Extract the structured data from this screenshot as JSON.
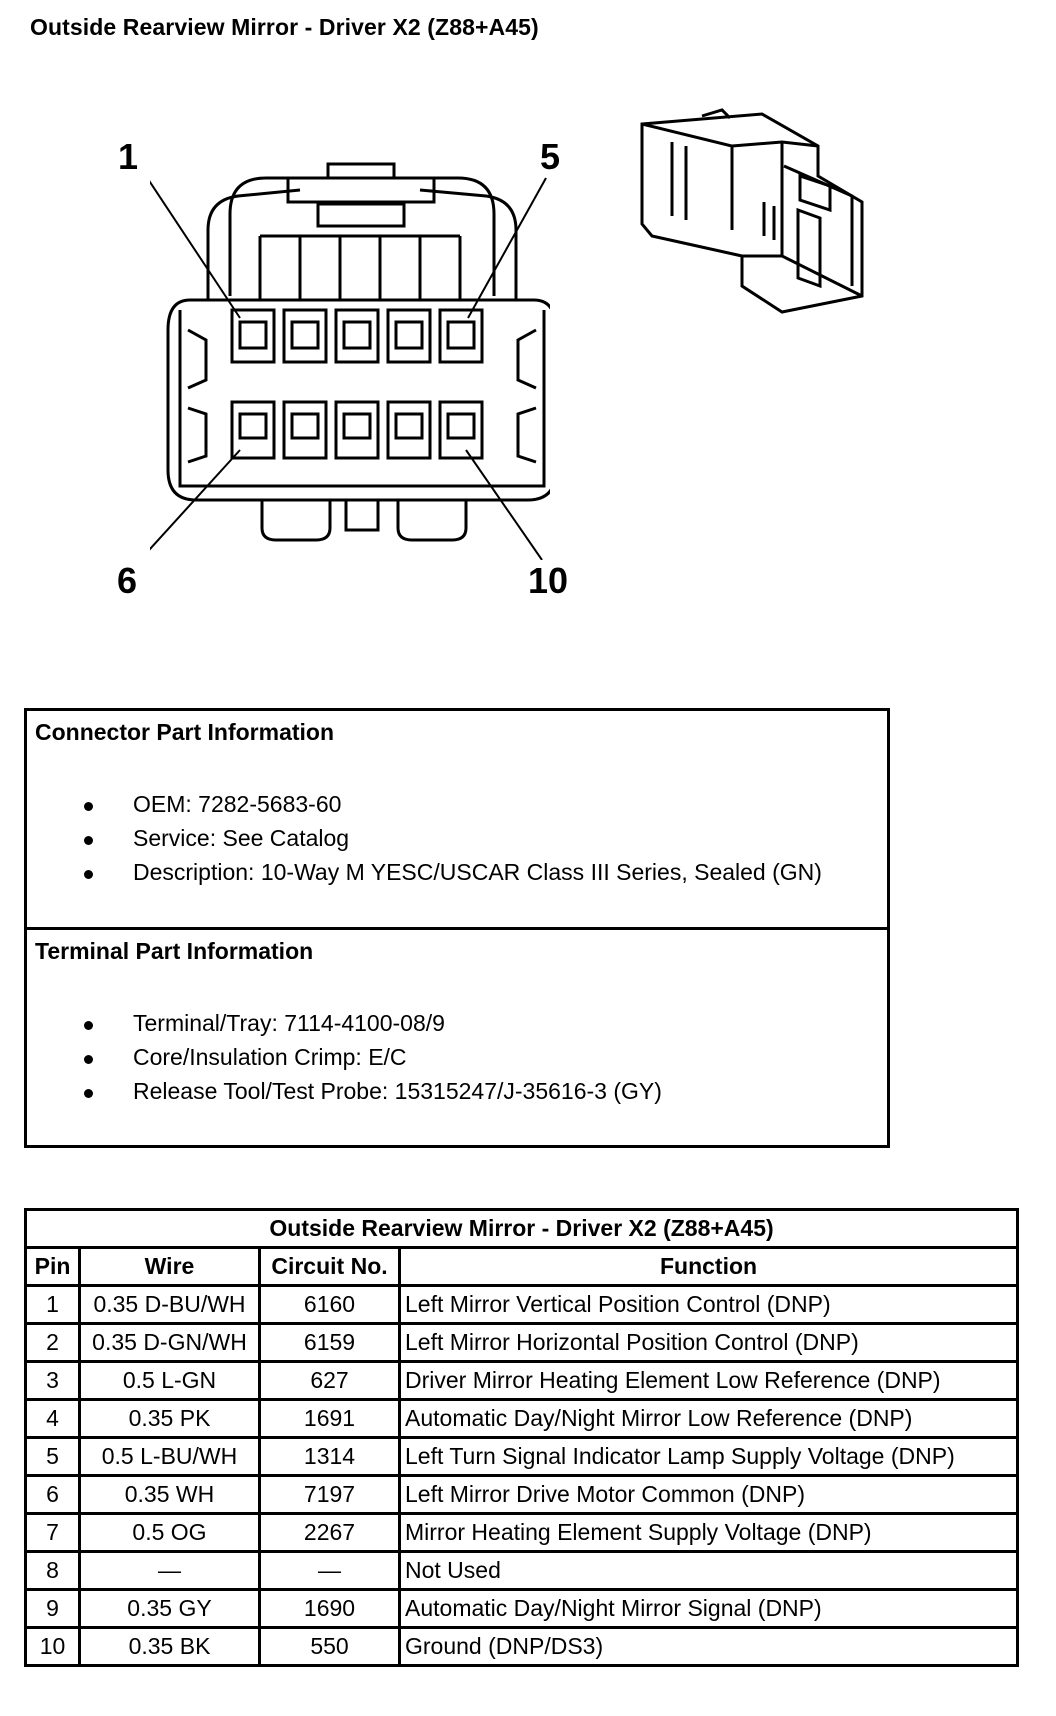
{
  "page_title": "Outside Rearview Mirror - Driver X2 (Z88+A45)",
  "connector_face": {
    "callouts": {
      "top_left": "1",
      "top_right": "5",
      "bottom_left": "6",
      "bottom_right": "10"
    }
  },
  "connector_info": {
    "heading": "Connector Part Information",
    "items": [
      "OEM: 7282-5683-60",
      "Service: See Catalog",
      "Description: 10-Way M YESC/USCAR Class III Series, Sealed (GN)"
    ]
  },
  "terminal_info": {
    "heading": "Terminal Part Information",
    "items": [
      "Terminal/Tray: 7114-4100-08/9",
      "Core/Insulation Crimp: E/C",
      "Release Tool/Test Probe: 15315247/J-35616-3 (GY)"
    ]
  },
  "pinout_table": {
    "title": "Outside Rearview Mirror - Driver X2 (Z88+A45)",
    "headers": [
      "Pin",
      "Wire",
      "Circuit No.",
      "Function"
    ],
    "rows": [
      {
        "pin": "1",
        "wire": "0.35 D-BU/WH",
        "circuit": "6160",
        "function": "Left Mirror Vertical Position Control (DNP)"
      },
      {
        "pin": "2",
        "wire": "0.35 D-GN/WH",
        "circuit": "6159",
        "function": "Left Mirror Horizontal Position Control (DNP)"
      },
      {
        "pin": "3",
        "wire": "0.5 L-GN",
        "circuit": "627",
        "function": "Driver Mirror Heating Element Low Reference (DNP)"
      },
      {
        "pin": "4",
        "wire": "0.35 PK",
        "circuit": "1691",
        "function": "Automatic Day/Night Mirror Low Reference (DNP)"
      },
      {
        "pin": "5",
        "wire": "0.5 L-BU/WH",
        "circuit": "1314",
        "function": "Left Turn Signal Indicator Lamp Supply Voltage (DNP)"
      },
      {
        "pin": "6",
        "wire": "0.35 WH",
        "circuit": "7197",
        "function": "Left Mirror Drive Motor Common (DNP)"
      },
      {
        "pin": "7",
        "wire": "0.5 OG",
        "circuit": "2267",
        "function": "Mirror Heating Element Supply Voltage (DNP)"
      },
      {
        "pin": "8",
        "wire": "—",
        "circuit": "—",
        "function": "Not Used"
      },
      {
        "pin": "9",
        "wire": "0.35 GY",
        "circuit": "1690",
        "function": "Automatic Day/Night Mirror Signal (DNP)"
      },
      {
        "pin": "10",
        "wire": "0.35 BK",
        "circuit": "550",
        "function": "Ground (DNP/DS3)"
      }
    ]
  }
}
